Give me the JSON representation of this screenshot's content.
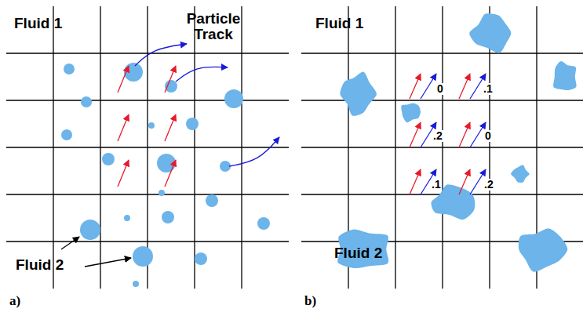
{
  "diagram": {
    "labels": [
      "Fluid 1",
      "Particle Track",
      "Fluid 2",
      "a)",
      "Fluid 1",
      "0",
      ".1",
      ".2",
      "0",
      ".1",
      ".2",
      "Fluid 2",
      "b)"
    ]
  }
}
